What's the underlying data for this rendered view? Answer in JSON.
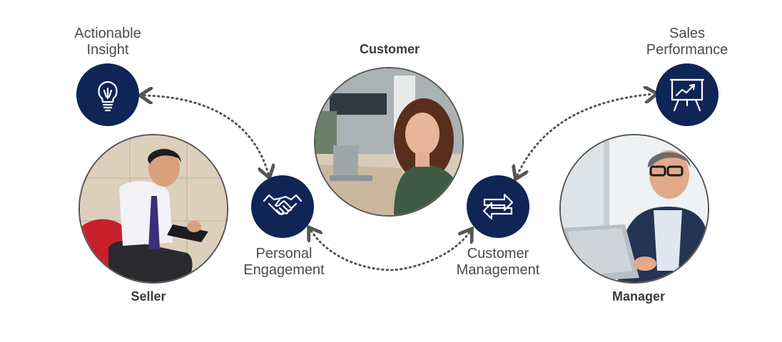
{
  "nodes": {
    "actionable_insight": {
      "label_line1": "Actionable",
      "label_line2": "Insight",
      "icon": "lightbulb-icon"
    },
    "sales_performance": {
      "label_line1": "Sales",
      "label_line2": "Performance",
      "icon": "presentation-chart-icon"
    },
    "personal_engagement": {
      "label_line1": "Personal",
      "label_line2": "Engagement",
      "icon": "handshake-icon"
    },
    "customer_management": {
      "label_line1": "Customer",
      "label_line2": "Management",
      "icon": "exchange-arrows-icon"
    }
  },
  "roles": {
    "seller": "Seller",
    "customer": "Customer",
    "manager": "Manager"
  },
  "colors": {
    "icon_circle": "#0e2555",
    "connector": "#555555",
    "label_text": "#4a4a4a"
  }
}
